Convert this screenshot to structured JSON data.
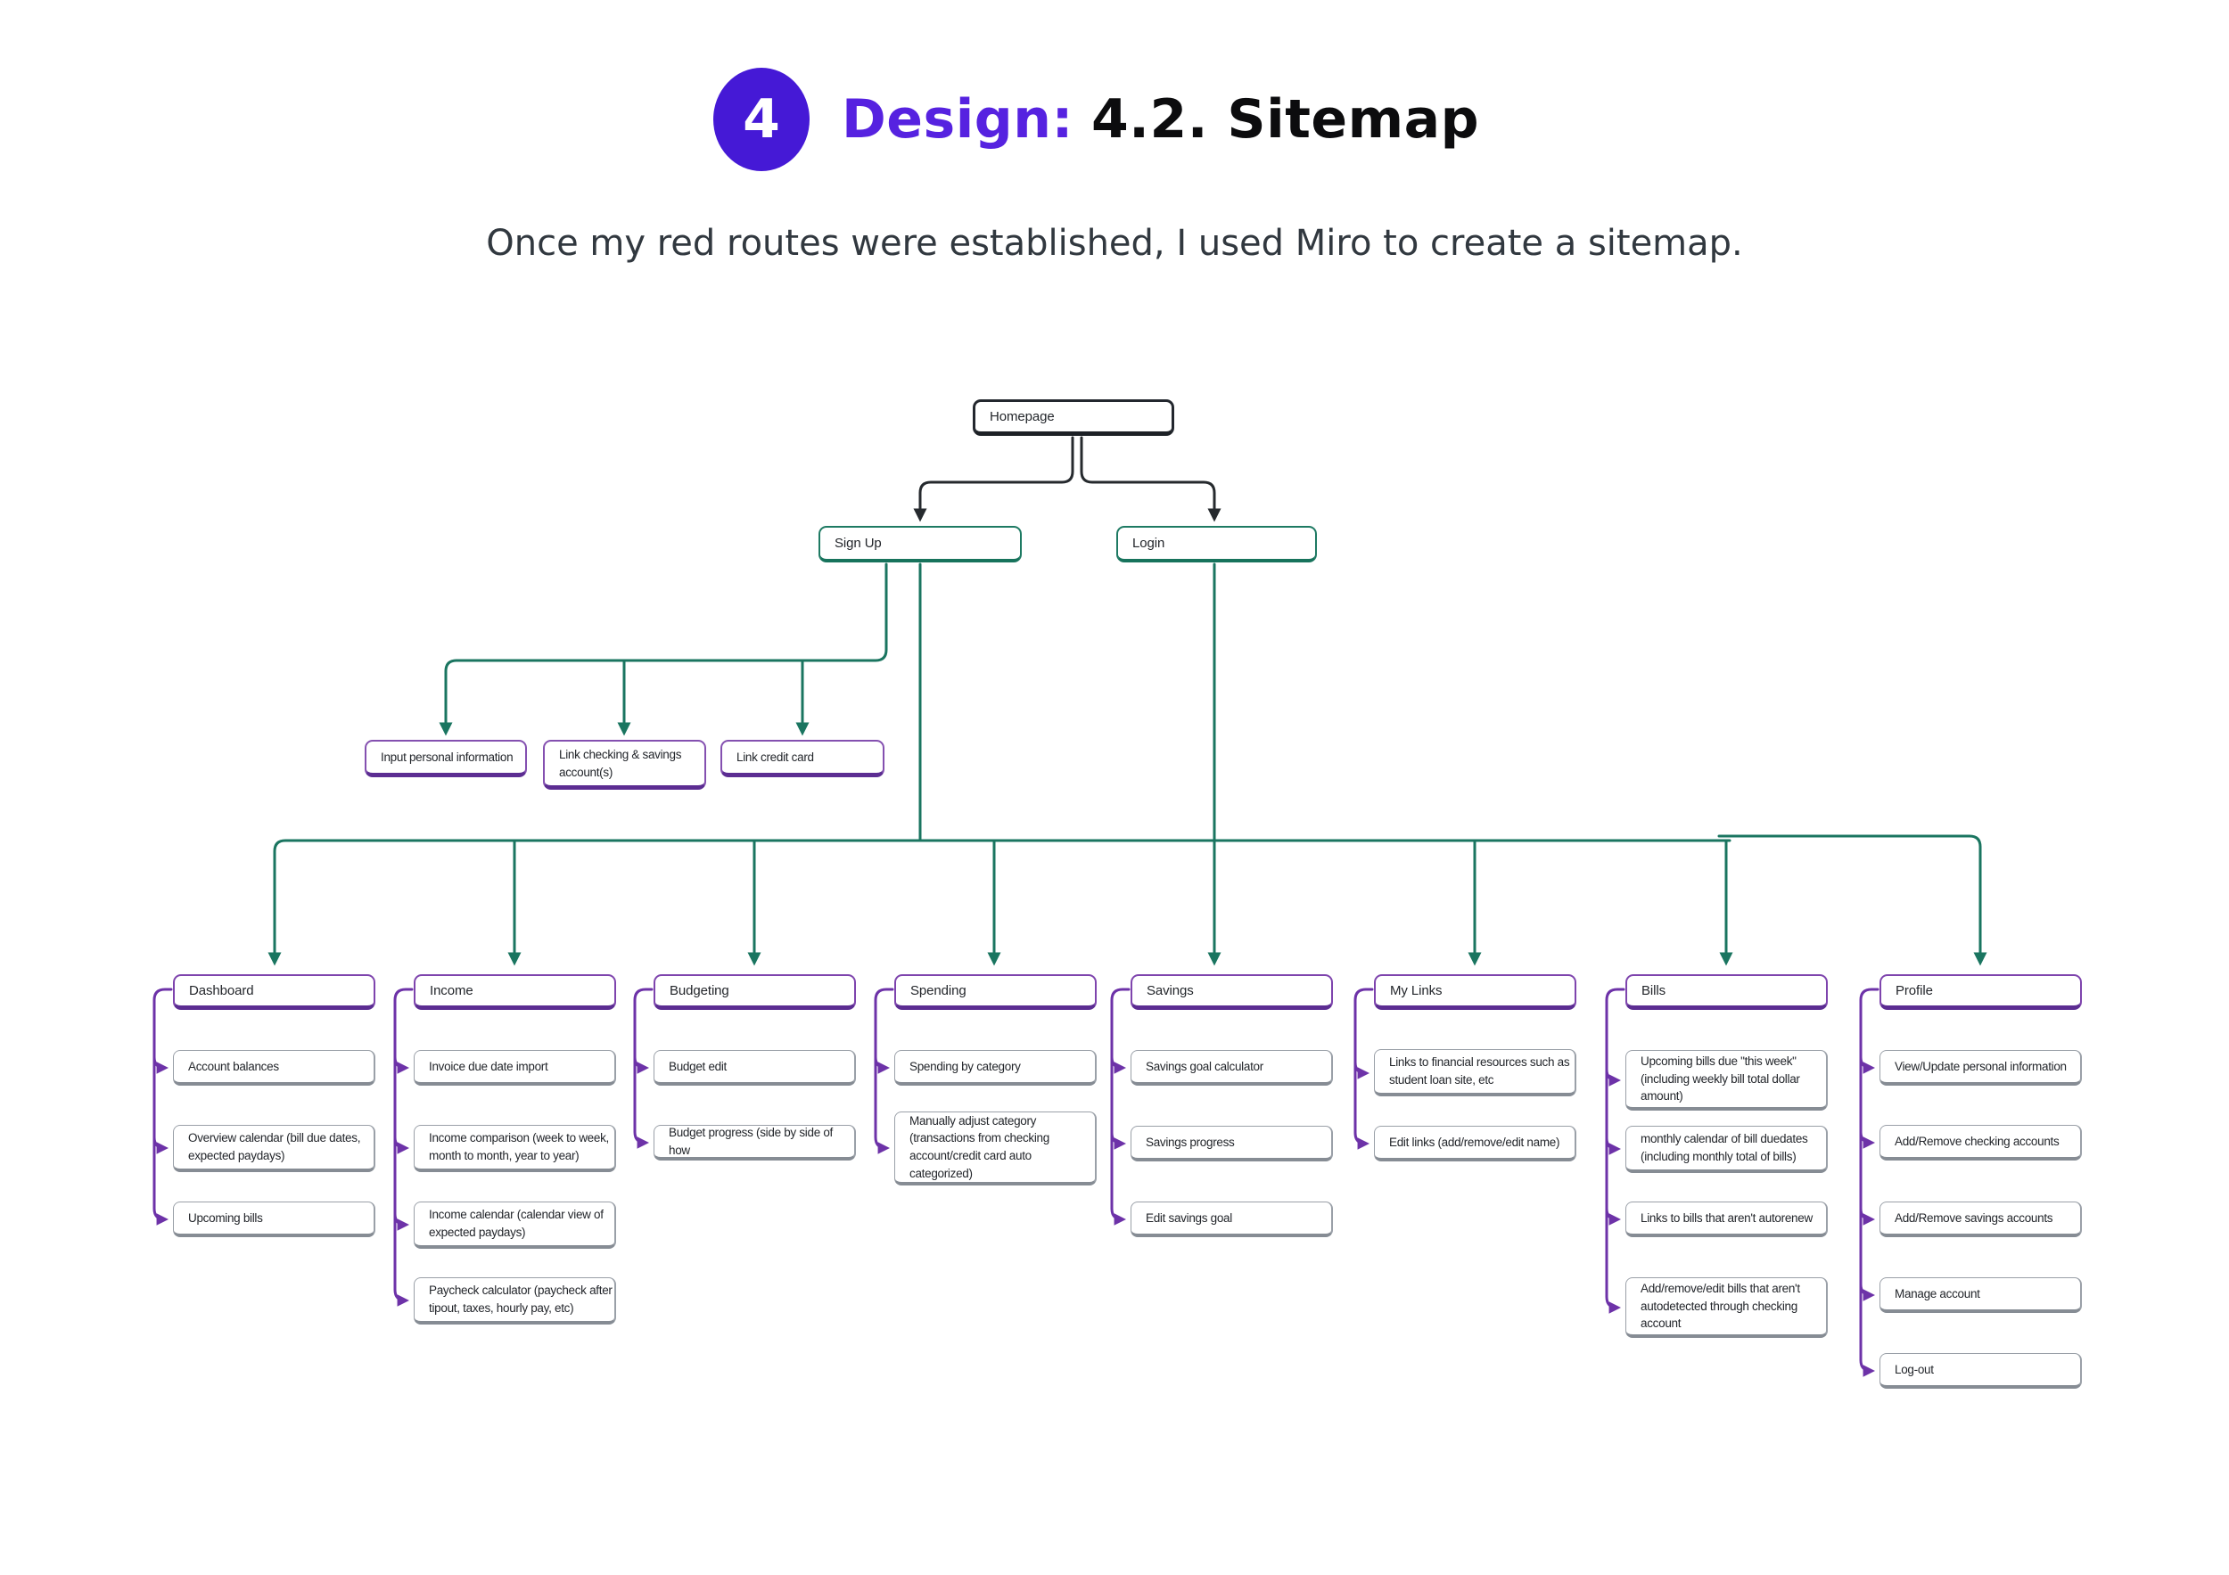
{
  "header": {
    "step_number": "4",
    "title_accent": "Design:",
    "title_rest": "4.2. Sitemap",
    "subtitle": "Once my red routes were established, I used Miro to create a sitemap."
  },
  "colors": {
    "step_circle_fill": "#4519d6",
    "title_accent_purple": "#5622e0",
    "title_text": "#0c0c0e",
    "subtitle_text": "#31383f",
    "connector_black": "#262a2e",
    "connector_green": "#1a7560",
    "connector_purple": "#6d32a8",
    "purple_node_border": "#8450b0",
    "purple_node_bottom": "#5c2d92",
    "green_node_border": "#1e7a63",
    "item_border_gray": "#9aa0a8"
  },
  "sitemap": {
    "homepage": {
      "label": "Homepage"
    },
    "signup": {
      "label": "Sign Up"
    },
    "login": {
      "label": "Login"
    },
    "signup_children": [
      {
        "label": "Input personal information"
      },
      {
        "label": "Link checking & savings\naccount(s)"
      },
      {
        "label": "Link credit card"
      }
    ],
    "columns": [
      {
        "header": "Dashboard",
        "items": [
          "Account balances",
          "Overview calendar (bill due dates,\nexpected paydays)",
          "Upcoming bills"
        ]
      },
      {
        "header": "Income",
        "items": [
          "Invoice due date import",
          "Income comparison (week to week,\nmonth to month, year to year)",
          "Income calendar (calendar view of\nexpected paydays)",
          "Paycheck calculator (paycheck after\ntipout, taxes, hourly pay, etc)"
        ]
      },
      {
        "header": "Budgeting",
        "items": [
          "Budget edit",
          "Budget progress (side by side of how"
        ]
      },
      {
        "header": "Spending",
        "items": [
          "Spending by category",
          "Manually adjust category\n(transactions from checking\naccount/credit card auto\ncategorized)"
        ]
      },
      {
        "header": "Savings",
        "items": [
          "Savings goal calculator",
          "Savings progress",
          "Edit savings goal"
        ]
      },
      {
        "header": "My Links",
        "items": [
          "Links to financial resources such as\nstudent loan site, etc",
          "Edit links (add/remove/edit name)"
        ]
      },
      {
        "header": "Bills",
        "items": [
          "Upcoming bills due \"this week\"\n(including weekly bill total dollar\namount)",
          "monthly calendar of bill duedates\n(including monthly total of bills)",
          "Links to bills that aren't autorenew",
          "Add/remove/edit bills that aren't\nautodetected through checking\naccount"
        ]
      },
      {
        "header": "Profile",
        "items": [
          "View/Update personal information",
          "Add/Remove checking accounts",
          "Add/Remove savings accounts",
          "Manage account",
          "Log-out"
        ]
      }
    ]
  }
}
